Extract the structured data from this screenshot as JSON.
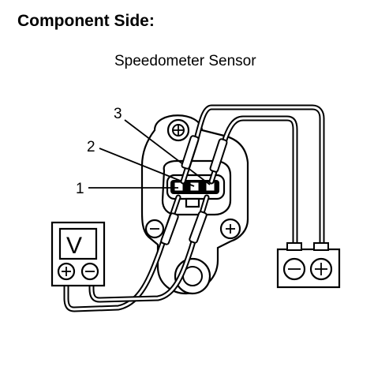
{
  "heading": "Component Side:",
  "title": "Speedometer Sensor",
  "pins": [
    {
      "label": "1"
    },
    {
      "label": "2"
    },
    {
      "label": "3"
    }
  ],
  "voltmeter": {
    "symbol": "V",
    "positive_icon": "plus-terminal-icon",
    "negative_icon": "minus-terminal-icon"
  },
  "battery": {
    "negative_icon": "minus-terminal-icon",
    "positive_icon": "plus-terminal-icon"
  }
}
